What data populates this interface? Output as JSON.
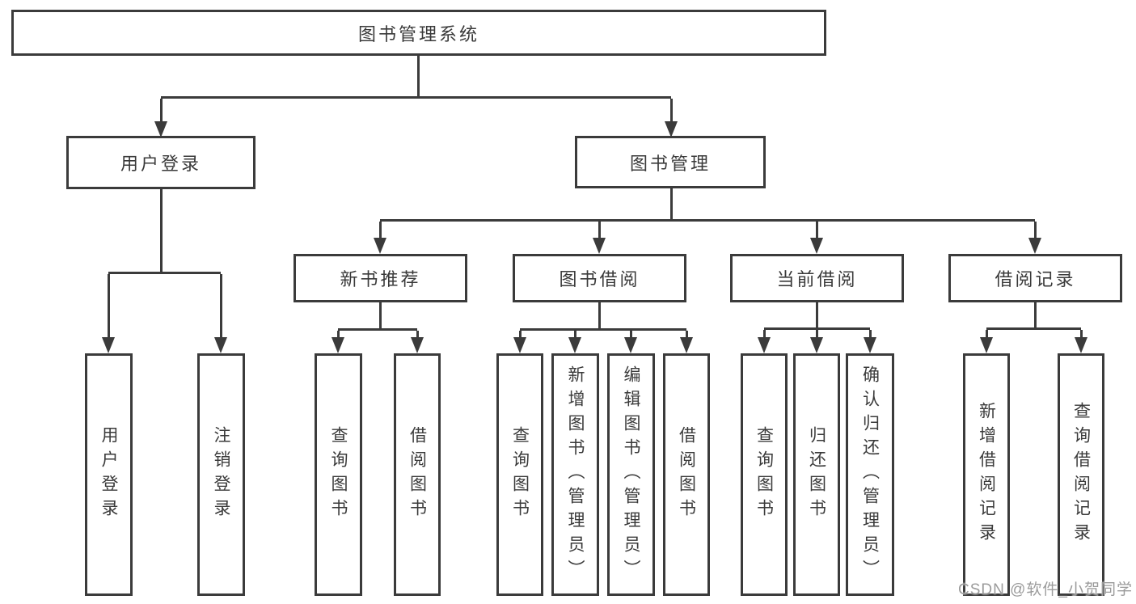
{
  "colors": {
    "line": "#3b3b3b",
    "text": "#3a3a3a",
    "bg": "#ffffff",
    "watermark": "#9b9b9b"
  },
  "watermark": {
    "text": "CSDN @软件_小贺同学"
  },
  "tree": {
    "root": {
      "label": "图书管理系统"
    },
    "user_login": {
      "label": "用户登录",
      "children": [
        "用户登录",
        "注销登录"
      ]
    },
    "book_management": {
      "label": "图书管理",
      "sections": [
        {
          "label": "新书推荐",
          "children": [
            "查询图书",
            "借阅图书"
          ]
        },
        {
          "label": "图书借阅",
          "children": [
            "查询图书",
            "新增图书（管理员）",
            "编辑图书（管理员）",
            "借阅图书"
          ]
        },
        {
          "label": "当前借阅",
          "children": [
            "查询图书",
            "归还图书",
            "确认归还（管理员）"
          ]
        },
        {
          "label": "借阅记录",
          "children": [
            "新增借阅记录",
            "查询借阅记录"
          ]
        }
      ]
    }
  }
}
